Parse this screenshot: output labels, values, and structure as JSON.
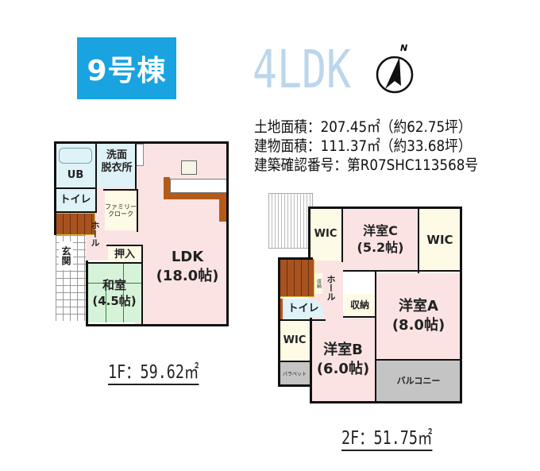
{
  "header": {
    "building_label": "9号棟",
    "layout_type": "4LDK",
    "compass_label": "N",
    "colors": {
      "badge": "#19a3e0",
      "layout_text": "#bcd6ec"
    }
  },
  "specs": {
    "land_area": "土地面積：207.45㎡（約62.75坪）",
    "building_area": "建物面積：111.37㎡（約33.68坪）",
    "confirmation_number": "建築確認番号：第R07SHC113568号"
  },
  "floor1": {
    "area_label": "1F：59.62㎡",
    "rooms": {
      "ub": "UB",
      "washroom_1": "洗面",
      "washroom_2": "脱衣所",
      "toilet": "トイレ",
      "family_closet_1": "ファミリー",
      "family_closet_2": "クローク",
      "hall": "ホール",
      "entrance": "玄関",
      "closet": "押入",
      "ldk_name": "LDK",
      "ldk_size": "(18.0帖)",
      "washitsu_name": "和室",
      "washitsu_size": "(4.5帖)"
    }
  },
  "floor2": {
    "area_label": "2F：51.75㎡",
    "rooms": {
      "wic_1": "WIC",
      "room_c_name": "洋室C",
      "room_c_size": "(5.2帖)",
      "wic_2": "WIC",
      "hall": "ホール",
      "storage_small": "収納",
      "toilet": "トイレ",
      "storage": "収納",
      "room_a_name": "洋室A",
      "room_a_size": "(8.0帖)",
      "wic_3": "WIC",
      "room_b_name": "洋室B",
      "room_b_size": "(6.0帖)",
      "parapet": "パラペット",
      "balcony": "バルコニー"
    }
  }
}
